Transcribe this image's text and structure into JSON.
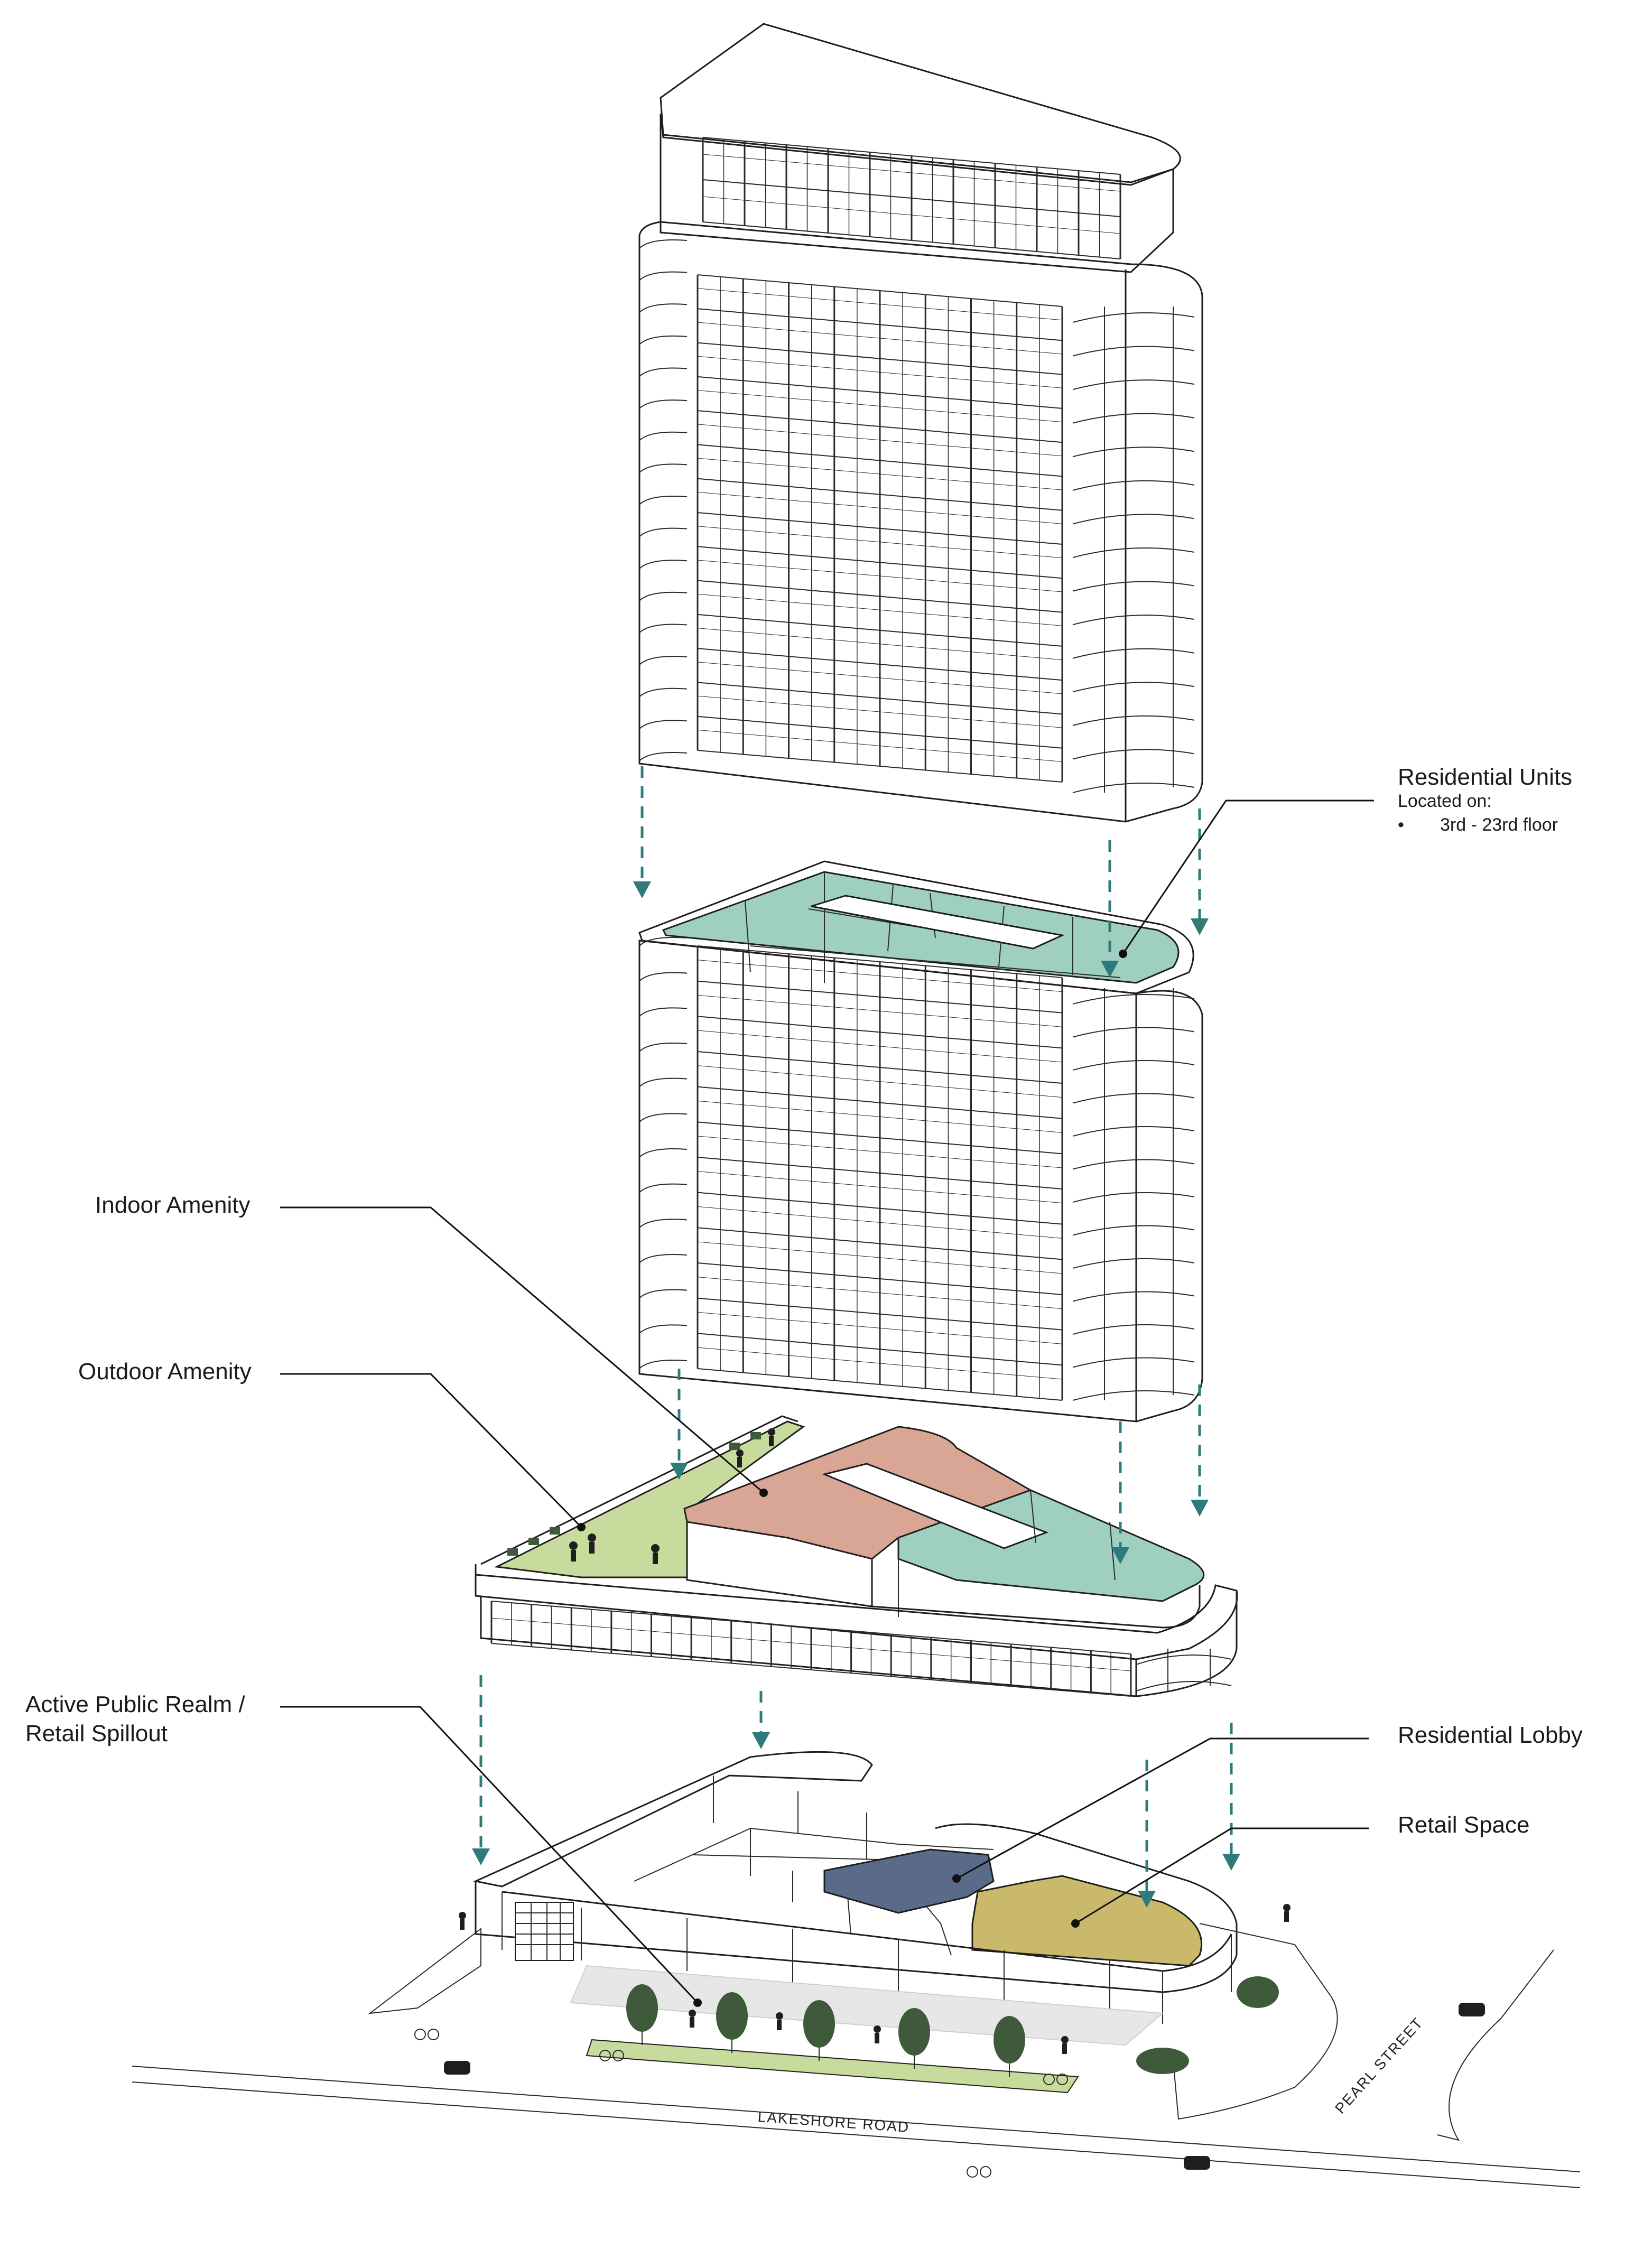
{
  "labels": {
    "residential_units": {
      "title": "Residential Units",
      "subtitle": "Located on:",
      "bullet": "•",
      "item": "3rd - 23rd floor"
    },
    "indoor_amenity": "Indoor Amenity",
    "outdoor_amenity": "Outdoor Amenity",
    "active_public_realm": [
      "Active Public Realm /",
      "Retail Spillout"
    ],
    "residential_lobby": "Residential Lobby",
    "retail_space": "Retail Space"
  },
  "streets": {
    "lakeshore": "LAKESHORE ROAD",
    "pearl": "PEARL STREET"
  },
  "colors": {
    "residential": "#9fcfbf",
    "indoor_amenity": "#d9a594",
    "outdoor_amenity": "#c7db9c",
    "lobby": "#5a6a89",
    "retail": "#cbb96b",
    "arrow": "#2f7b7c",
    "line": "#1e1e1e"
  }
}
